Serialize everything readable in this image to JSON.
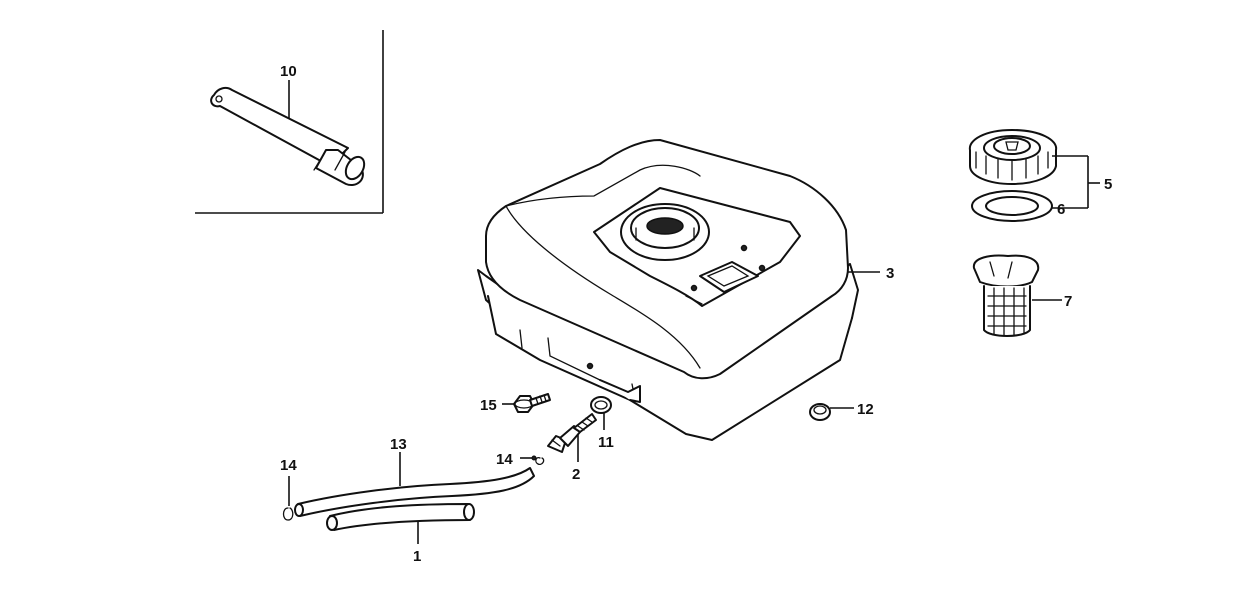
{
  "diagram": {
    "parts": [
      {
        "id": "hose",
        "number": "1"
      },
      {
        "id": "fuel-valve",
        "number": "2"
      },
      {
        "id": "fuel-tank",
        "number": "3"
      },
      {
        "id": "fuel-cap-assembly",
        "number": "5"
      },
      {
        "id": "cap-gasket",
        "number": "6"
      },
      {
        "id": "fuel-strainer",
        "number": "7"
      },
      {
        "id": "fuel-level-gauge",
        "number": "10"
      },
      {
        "id": "valve-washer",
        "number": "11"
      },
      {
        "id": "drain-plug",
        "number": "12"
      },
      {
        "id": "tube",
        "number": "13"
      },
      {
        "id": "clip-left",
        "number": "14"
      },
      {
        "id": "clip-right",
        "number": "14"
      },
      {
        "id": "flange-bolt",
        "number": "15"
      }
    ]
  }
}
